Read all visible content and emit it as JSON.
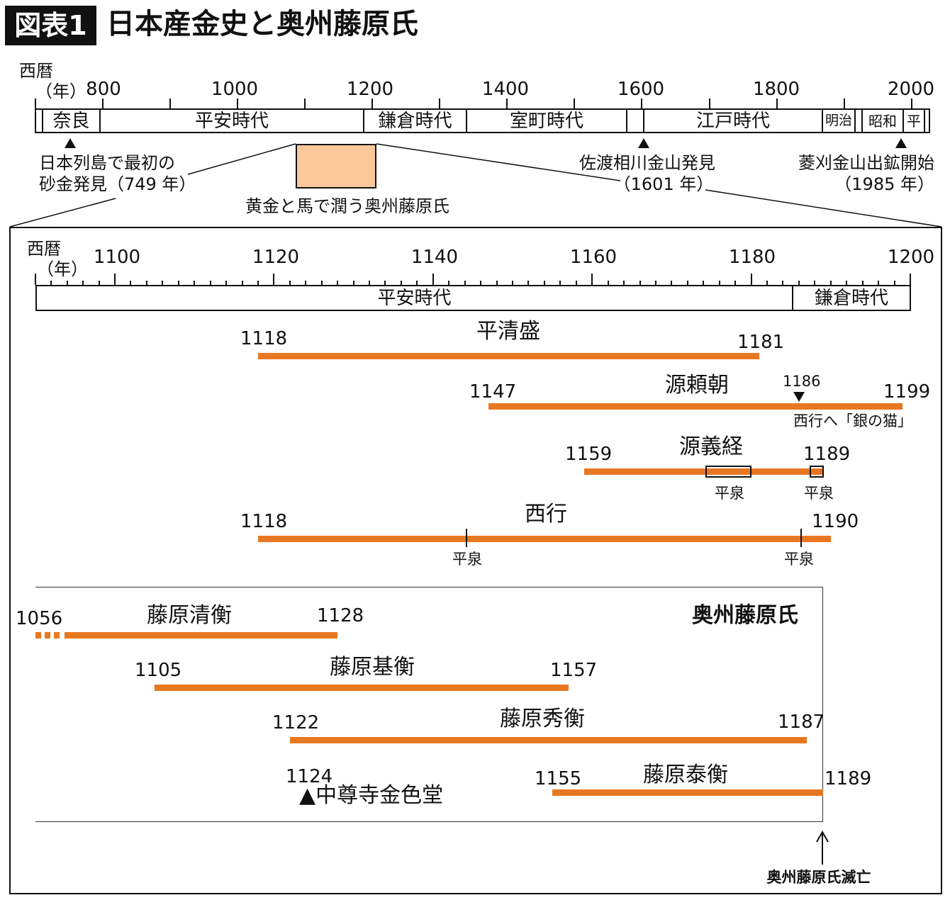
{
  "title": {
    "badge": "図表1",
    "text": "日本産金史と奥州藤原氏"
  },
  "overview": {
    "axis_label": "西暦",
    "unit": "（年）",
    "ticks": [
      "800",
      "1000",
      "1200",
      "1400",
      "1600",
      "1800",
      "2000"
    ],
    "periods": [
      "奈良",
      "平安時代",
      "鎌倉時代",
      "室町時代",
      "江戸時代",
      "明治",
      "昭和",
      "平"
    ],
    "events": [
      {
        "line1": "日本列島で最初の",
        "line2": "砂金発見（749 年）"
      },
      {
        "line1": "佐渡相川金山発見",
        "line2": "（1601 年）"
      },
      {
        "line1": "菱刈金山出鉱開始",
        "line2": "（1985 年）"
      }
    ],
    "zoom_caption": "黄金と馬で潤う奥州藤原氏",
    "zoom_fill": "#FAC89A"
  },
  "detail": {
    "axis_label": "西暦",
    "unit": "（年）",
    "ticks": [
      "1100",
      "1120",
      "1140",
      "1160",
      "1180",
      "1200"
    ],
    "periods": [
      "平安時代",
      "鎌倉時代"
    ],
    "bar_color": "#E87722",
    "people": [
      {
        "name": "平清盛",
        "start": 1118,
        "end": 1181,
        "start_label": "1118",
        "end_label": "1181"
      },
      {
        "name": "源頼朝",
        "start": 1147,
        "end": 1199,
        "start_label": "1147",
        "end_label": "1199",
        "marker": {
          "year": "1186",
          "text": "西行へ「銀の猫」"
        }
      },
      {
        "name": "源義経",
        "start": 1159,
        "end": 1189,
        "start_label": "1159",
        "end_label": "1189",
        "stay_label": "平泉"
      },
      {
        "name": "西行",
        "start": 1118,
        "end": 1190,
        "start_label": "1118",
        "end_label": "1190",
        "stay_label": "平泉"
      }
    ]
  },
  "fujiwara": {
    "title": "奥州藤原氏",
    "people": [
      {
        "name": "藤原清衡",
        "start": 1056,
        "end": 1128,
        "start_label": "1056",
        "end_label": "1128"
      },
      {
        "name": "藤原基衡",
        "start": 1105,
        "end": 1157,
        "start_label": "1105",
        "end_label": "1157"
      },
      {
        "name": "藤原秀衡",
        "start": 1122,
        "end": 1187,
        "start_label": "1122",
        "end_label": "1187"
      },
      {
        "name": "藤原泰衡",
        "start": 1155,
        "end": 1189,
        "start_label": "1155",
        "end_label": "1189"
      }
    ],
    "chusonji": {
      "year": "1124",
      "label": "▲中尊寺金色堂"
    },
    "fall": "奥州藤原氏滅亡"
  }
}
